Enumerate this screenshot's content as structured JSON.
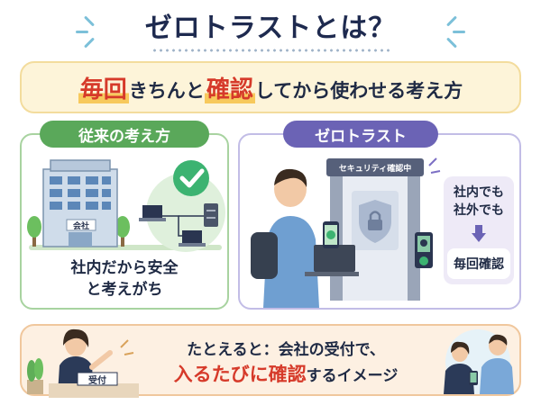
{
  "title": "ゼロトラストとは？",
  "banner": {
    "part1": "毎回",
    "part2": "きちんと",
    "part3": "確認",
    "part4": "してから使わせる考え方"
  },
  "traditional": {
    "label": "従来の考え方",
    "building_sign": "会社",
    "caption_line1": "社内だから安全",
    "caption_line2": "と考えがち"
  },
  "zero_trust": {
    "label": "ゼロトラスト",
    "gate_sign": "セキュリティ確認中",
    "side_line1": "社内でも",
    "side_line2": "社外でも",
    "side_result": "毎回確認"
  },
  "example": {
    "line1": "たとえると：会社の受付で、",
    "line2_highlight": "入るたびに確認",
    "line2_rest": "するイメージ",
    "desk_sign": "受付"
  },
  "colors": {
    "navy": "#1e2a4f",
    "accent_red": "#d63a2a",
    "green": "#5aa85a",
    "purple": "#6b63b5",
    "check_green": "#3cb371"
  }
}
